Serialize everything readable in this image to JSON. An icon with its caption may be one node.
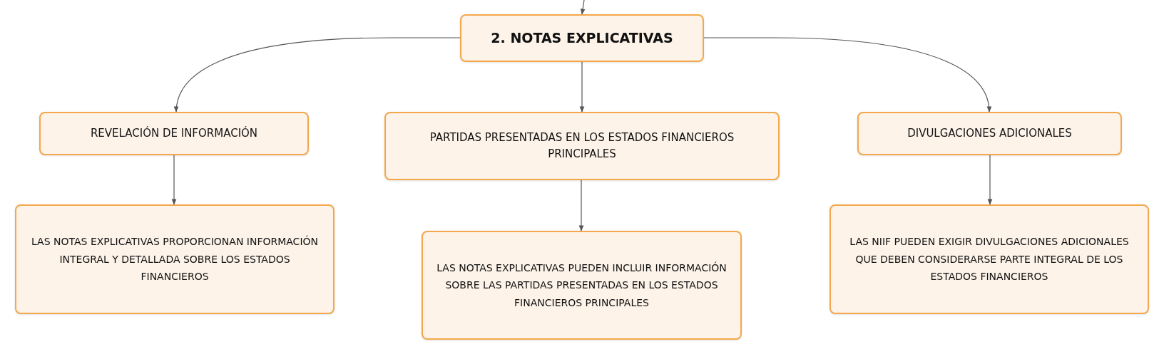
{
  "diagram": {
    "nodes": [
      {
        "text": [
          "2. NOTAS EXPLICATIVAS"
        ]
      },
      {
        "text": [
          "REVELACIÓN DE INFORMACIÓN"
        ]
      },
      {
        "text": [
          "PARTIDAS PRESENTADAS EN LOS ESTADOS FINANCIEROS PRINCIPALES"
        ]
      },
      {
        "text": [
          "DIVULGACIONES ADICIONALES"
        ]
      },
      {
        "text": [
          "LAS NOTAS EXPLICATIVAS PROPORCIONAN INFORMACIÓN INTEGRAL Y DETALLADA SOBRE LOS ESTADOS FINANCIEROS"
        ]
      },
      {
        "text": [
          "LAS NOTAS EXPLICATIVAS PUEDEN INCLUIR INFORMACIÓN SOBRE LAS PARTIDAS PRESENTADAS EN LOS ESTADOS FINANCIEROS PRINCIPALES"
        ]
      },
      {
        "text": [
          "LAS NIIF PUEDEN EXIGIR DIVULGACIONES ADICIONALES QUE DEBEN CONSIDERARSE PARTE INTEGRAL DE LOS ESTADOS FINANCIEROS"
        ]
      }
    ],
    "edges": [
      {
        "from": null,
        "to": 0,
        "arrow": "to"
      },
      {
        "from": 0,
        "to": 1,
        "arrow": "to"
      },
      {
        "from": 0,
        "to": 2,
        "arrow": "to"
      },
      {
        "from": 0,
        "to": 3,
        "arrow": "to"
      },
      {
        "from": 1,
        "to": 4,
        "arrow": "to"
      },
      {
        "from": 2,
        "to": 5,
        "arrow": "to"
      },
      {
        "from": 3,
        "to": 6,
        "arrow": "to"
      }
    ]
  }
}
